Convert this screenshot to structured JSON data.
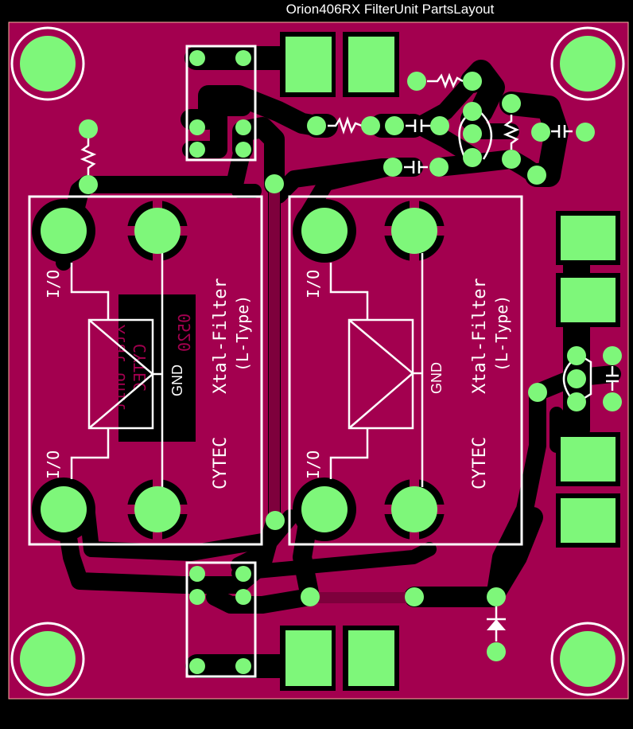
{
  "window": {
    "title": "Orion406RX  FilterUnit PartsLayout"
  },
  "colors": {
    "background": "#000000",
    "board": "#a3004f",
    "board_edge": "#ffb0a0",
    "clearance": "#000000",
    "pad": "#7ef77a",
    "silkscreen": "#ffffff",
    "bottom_trace": "#7e003c"
  },
  "filters": [
    {
      "id": "left",
      "pin_label_top": "I/O",
      "pin_label_bottom": "I/O",
      "gnd_label": "GND",
      "maker": "CYTEC",
      "name_line1": "Xtal-Filter",
      "name_line2": "(L-Type)"
    },
    {
      "id": "right",
      "pin_label_top": "I/O",
      "pin_label_bottom": "I/O",
      "gnd_label": "GND",
      "maker": "CYTEC",
      "name_line1": "Xtal-Filter",
      "name_line2": "(L-Type)"
    }
  ],
  "bottom_silk": {
    "line1": "Xtal Unit",
    "line2": "CYTEC",
    "line3": "0520"
  },
  "icons": {
    "mounting_hole": "mounting-hole-icon",
    "resistor": "resistor-icon",
    "capacitor": "capacitor-icon",
    "transistor": "transistor-icon",
    "diode": "diode-icon",
    "relay": "relay-icon",
    "smd_pad": "smd-pad-icon"
  }
}
